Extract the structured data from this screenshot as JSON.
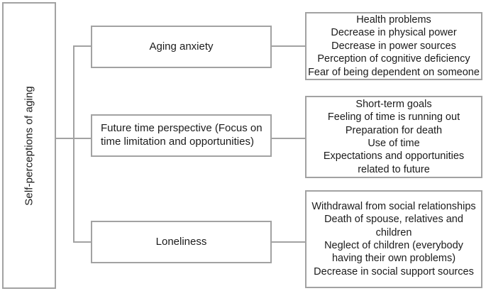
{
  "diagram": {
    "title": "Self-perceptions of aging",
    "root": {
      "label": "Self-perceptions of aging"
    },
    "theme": {
      "border_color": "#a2a2a2",
      "background_color": "#ffffff",
      "text_color": "#1b1b1b"
    },
    "branches": [
      {
        "category": "Aging anxiety",
        "align": "center",
        "items": [
          "Health problems",
          "Decrease in physical power",
          "Decrease in power sources",
          "Perception of cognitive deficiency",
          "Fear of being dependent on someone"
        ]
      },
      {
        "category": "Future time perspective (Focus on time limitation and opportunities)",
        "align": "left",
        "items": [
          "Short-term goals",
          "Feeling of time is running out",
          "Preparation for death",
          "Use of time",
          "Expectations and opportunities related to future"
        ]
      },
      {
        "category": "Loneliness",
        "align": "center",
        "items": [
          "Withdrawal from social relationships",
          "Death of spouse, relatives and children",
          "Neglect of children (everybody having their own problems)",
          "Decrease in social support sources"
        ]
      }
    ]
  }
}
